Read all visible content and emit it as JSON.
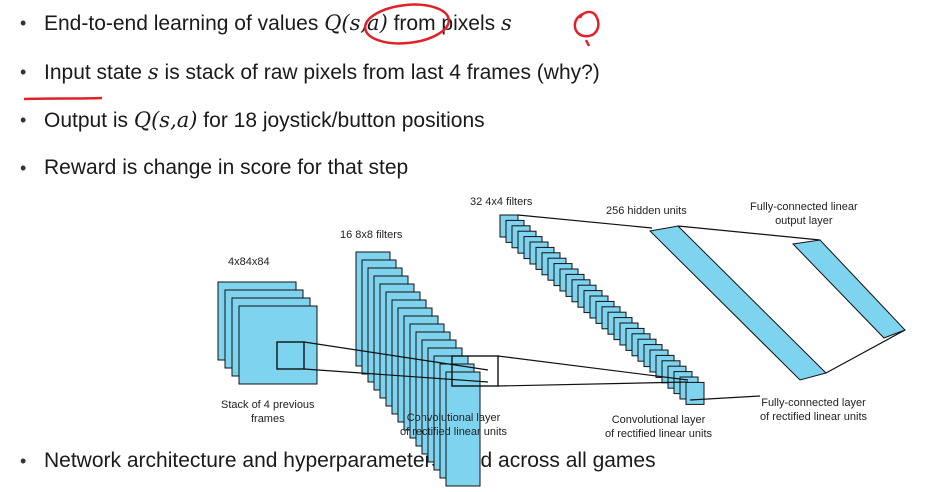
{
  "bullets": [
    {
      "pre": "End-to-end learning of values ",
      "math": "Q(s,a)",
      "mid": " from pixels ",
      "math2": "s",
      "post": ""
    },
    {
      "pre": "Input state ",
      "math": "s",
      "mid": " is stack of raw pixels from last 4 frames (why?)",
      "math2": "",
      "post": ""
    },
    {
      "pre": "Output is ",
      "math": "Q(s,a)",
      "mid": " for 18 joystick/button positions",
      "math2": "",
      "post": ""
    },
    {
      "pre": "Reward is change in score for that step",
      "math": "",
      "mid": "",
      "math2": "",
      "post": ""
    },
    {
      "pre": "Network architecture and hyperparameters fixed across all games",
      "math": "",
      "mid": "",
      "math2": "",
      "post": ""
    }
  ],
  "diagram": {
    "label_input_dims": "4x84x84",
    "label_input": [
      "Stack of 4 previous",
      "frames"
    ],
    "label_conv1_filters": "16 8x8 filters",
    "label_conv1": [
      "Convolutional layer",
      "of rectified linear units"
    ],
    "label_conv2_filters": "32 4x4 filters",
    "label_conv2": [
      "Convolutional layer",
      "of rectified linear units"
    ],
    "label_hidden": "256 hidden units",
    "label_fc": [
      "Fully-connected layer",
      "of rectified linear units"
    ],
    "label_output": [
      "Fully-connected linear",
      "output layer"
    ],
    "fill_color": "#7ed3ef",
    "stroke_color": "#111111",
    "annotation_color": "#e0212a"
  }
}
